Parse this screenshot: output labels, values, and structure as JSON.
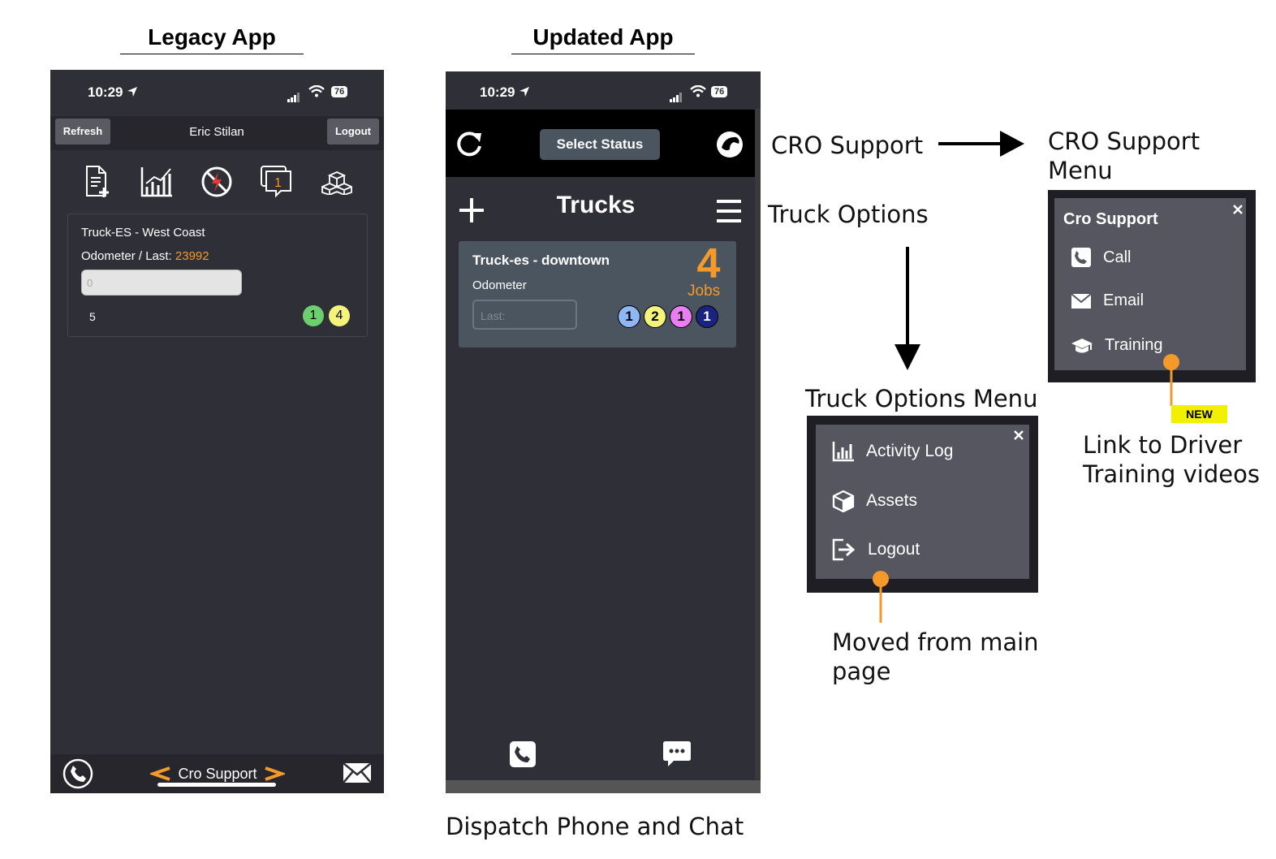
{
  "legacy": {
    "heading": "Legacy App",
    "time": "10:29",
    "battery": "76",
    "refresh_label": "Refresh",
    "user_name": "Eric Stilan",
    "logout_label": "Logout",
    "truck_name": "Truck-ES - West Coast",
    "odometer_label": "Odometer / Last:",
    "odometer_last": "23992",
    "odometer_input_placeholder": "0",
    "count": "5",
    "badges": [
      "1",
      "4"
    ],
    "message_badge": "1",
    "footer_label": "Cro Support"
  },
  "updated": {
    "heading": "Updated App",
    "time": "10:29",
    "battery": "76",
    "select_status_label": "Select Status",
    "title": "Trucks",
    "truck_name": "Truck-es - downtown",
    "odometer_label": "Odometer",
    "odometer_input_placeholder": "Last:",
    "jobs_count": "4",
    "jobs_label": "Jobs",
    "badges": [
      "1",
      "2",
      "1",
      "1"
    ]
  },
  "annotations": {
    "cro_support": "CRO Support",
    "cro_support_menu": "CRO Support Menu",
    "truck_options": "Truck Options",
    "truck_options_menu": "Truck Options Menu",
    "moved_note": "Moved from main page",
    "training_note": "Link to Driver Training videos",
    "new_tag": "NEW",
    "dispatch_note": "Dispatch Phone and Chat"
  },
  "truck_menu": {
    "items": [
      "Activity Log",
      "Assets",
      "Logout"
    ]
  },
  "cro_menu": {
    "title": "Cro Support",
    "items": [
      "Call",
      "Email",
      "Training"
    ]
  },
  "colors": {
    "accent_orange": "#f39a2a",
    "badge_green": "#6ccf6e",
    "badge_yellow": "#f4f37a",
    "badge_blue": "#8fb6f5",
    "badge_pink": "#e87ef0",
    "badge_navy": "#1a237e",
    "new_tag_bg": "#f0f000"
  }
}
